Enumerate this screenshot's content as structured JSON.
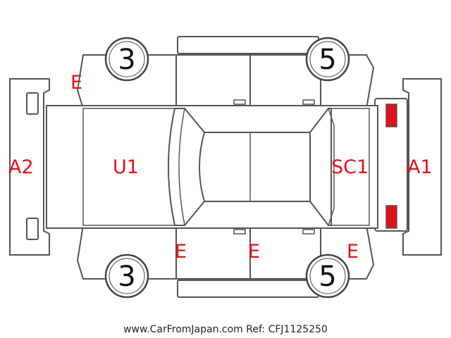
{
  "labels": {
    "rear_bumper": "A2",
    "rear_body": "U1",
    "hood": "SC1",
    "front_bumper": "A1",
    "rear_left_fender": "E",
    "rear_right_door": "E",
    "front_right_door": "E",
    "front_right_fender": "E"
  },
  "tires": {
    "rear_left": "3",
    "front_left": "5",
    "rear_right": "3",
    "front_right": "5"
  },
  "footer": "www.CarFromJapan.com Ref: CFJ1125250",
  "colors": {
    "label": "#e8101a",
    "yellow_marker": "#f5f000",
    "red_marker": "#e0101a",
    "outline": "#555555"
  }
}
